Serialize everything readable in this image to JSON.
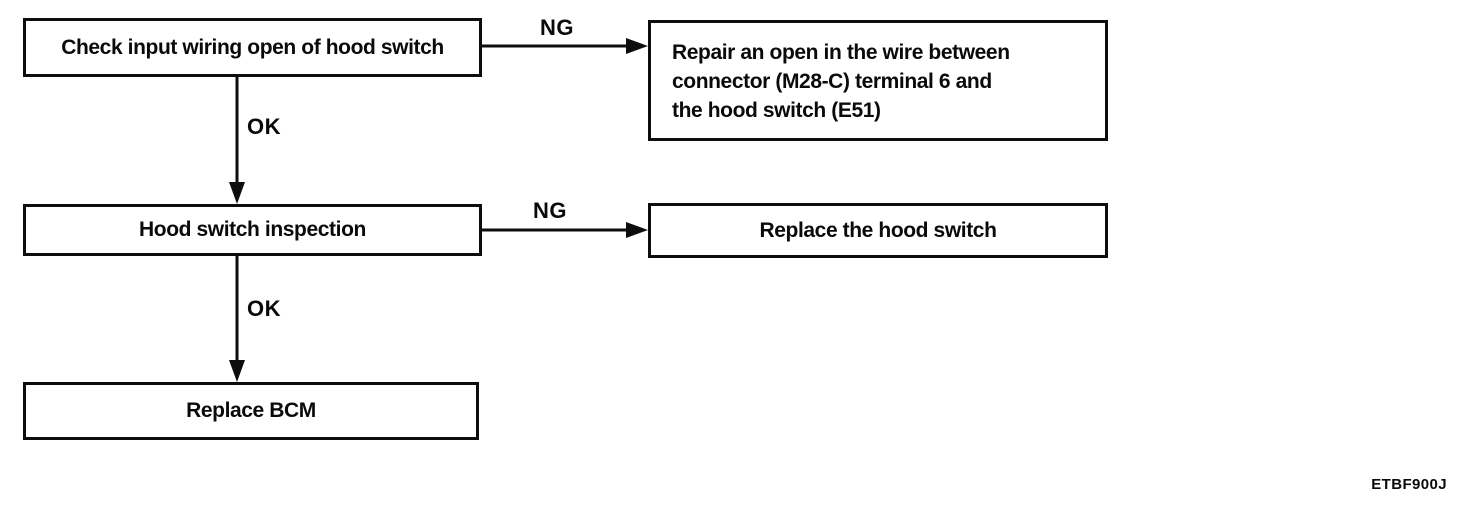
{
  "diagram": {
    "kind": "troubleshooting-flowchart",
    "figure_code": "ETBF900J",
    "colors": {
      "line": "#0d0d0d",
      "text": "#0a0a0a",
      "background": "#ffffff"
    },
    "nodes": [
      {
        "id": "check-wiring",
        "label": "Check input wiring open of hood switch"
      },
      {
        "id": "repair-open-wire",
        "lines": [
          "Repair an open in the wire between",
          "connector (M28-C) terminal 6 and",
          "the hood switch (E51)"
        ]
      },
      {
        "id": "hood-switch-inspection",
        "label": "Hood switch inspection"
      },
      {
        "id": "replace-hood-switch",
        "label": "Replace the hood switch"
      },
      {
        "id": "replace-bcm",
        "label": "Replace BCM"
      }
    ],
    "edges": [
      {
        "from": "check-wiring",
        "to": "repair-open-wire",
        "label": "NG"
      },
      {
        "from": "check-wiring",
        "to": "hood-switch-inspection",
        "label": "OK"
      },
      {
        "from": "hood-switch-inspection",
        "to": "replace-hood-switch",
        "label": "NG"
      },
      {
        "from": "hood-switch-inspection",
        "to": "replace-bcm",
        "label": "OK"
      }
    ]
  }
}
